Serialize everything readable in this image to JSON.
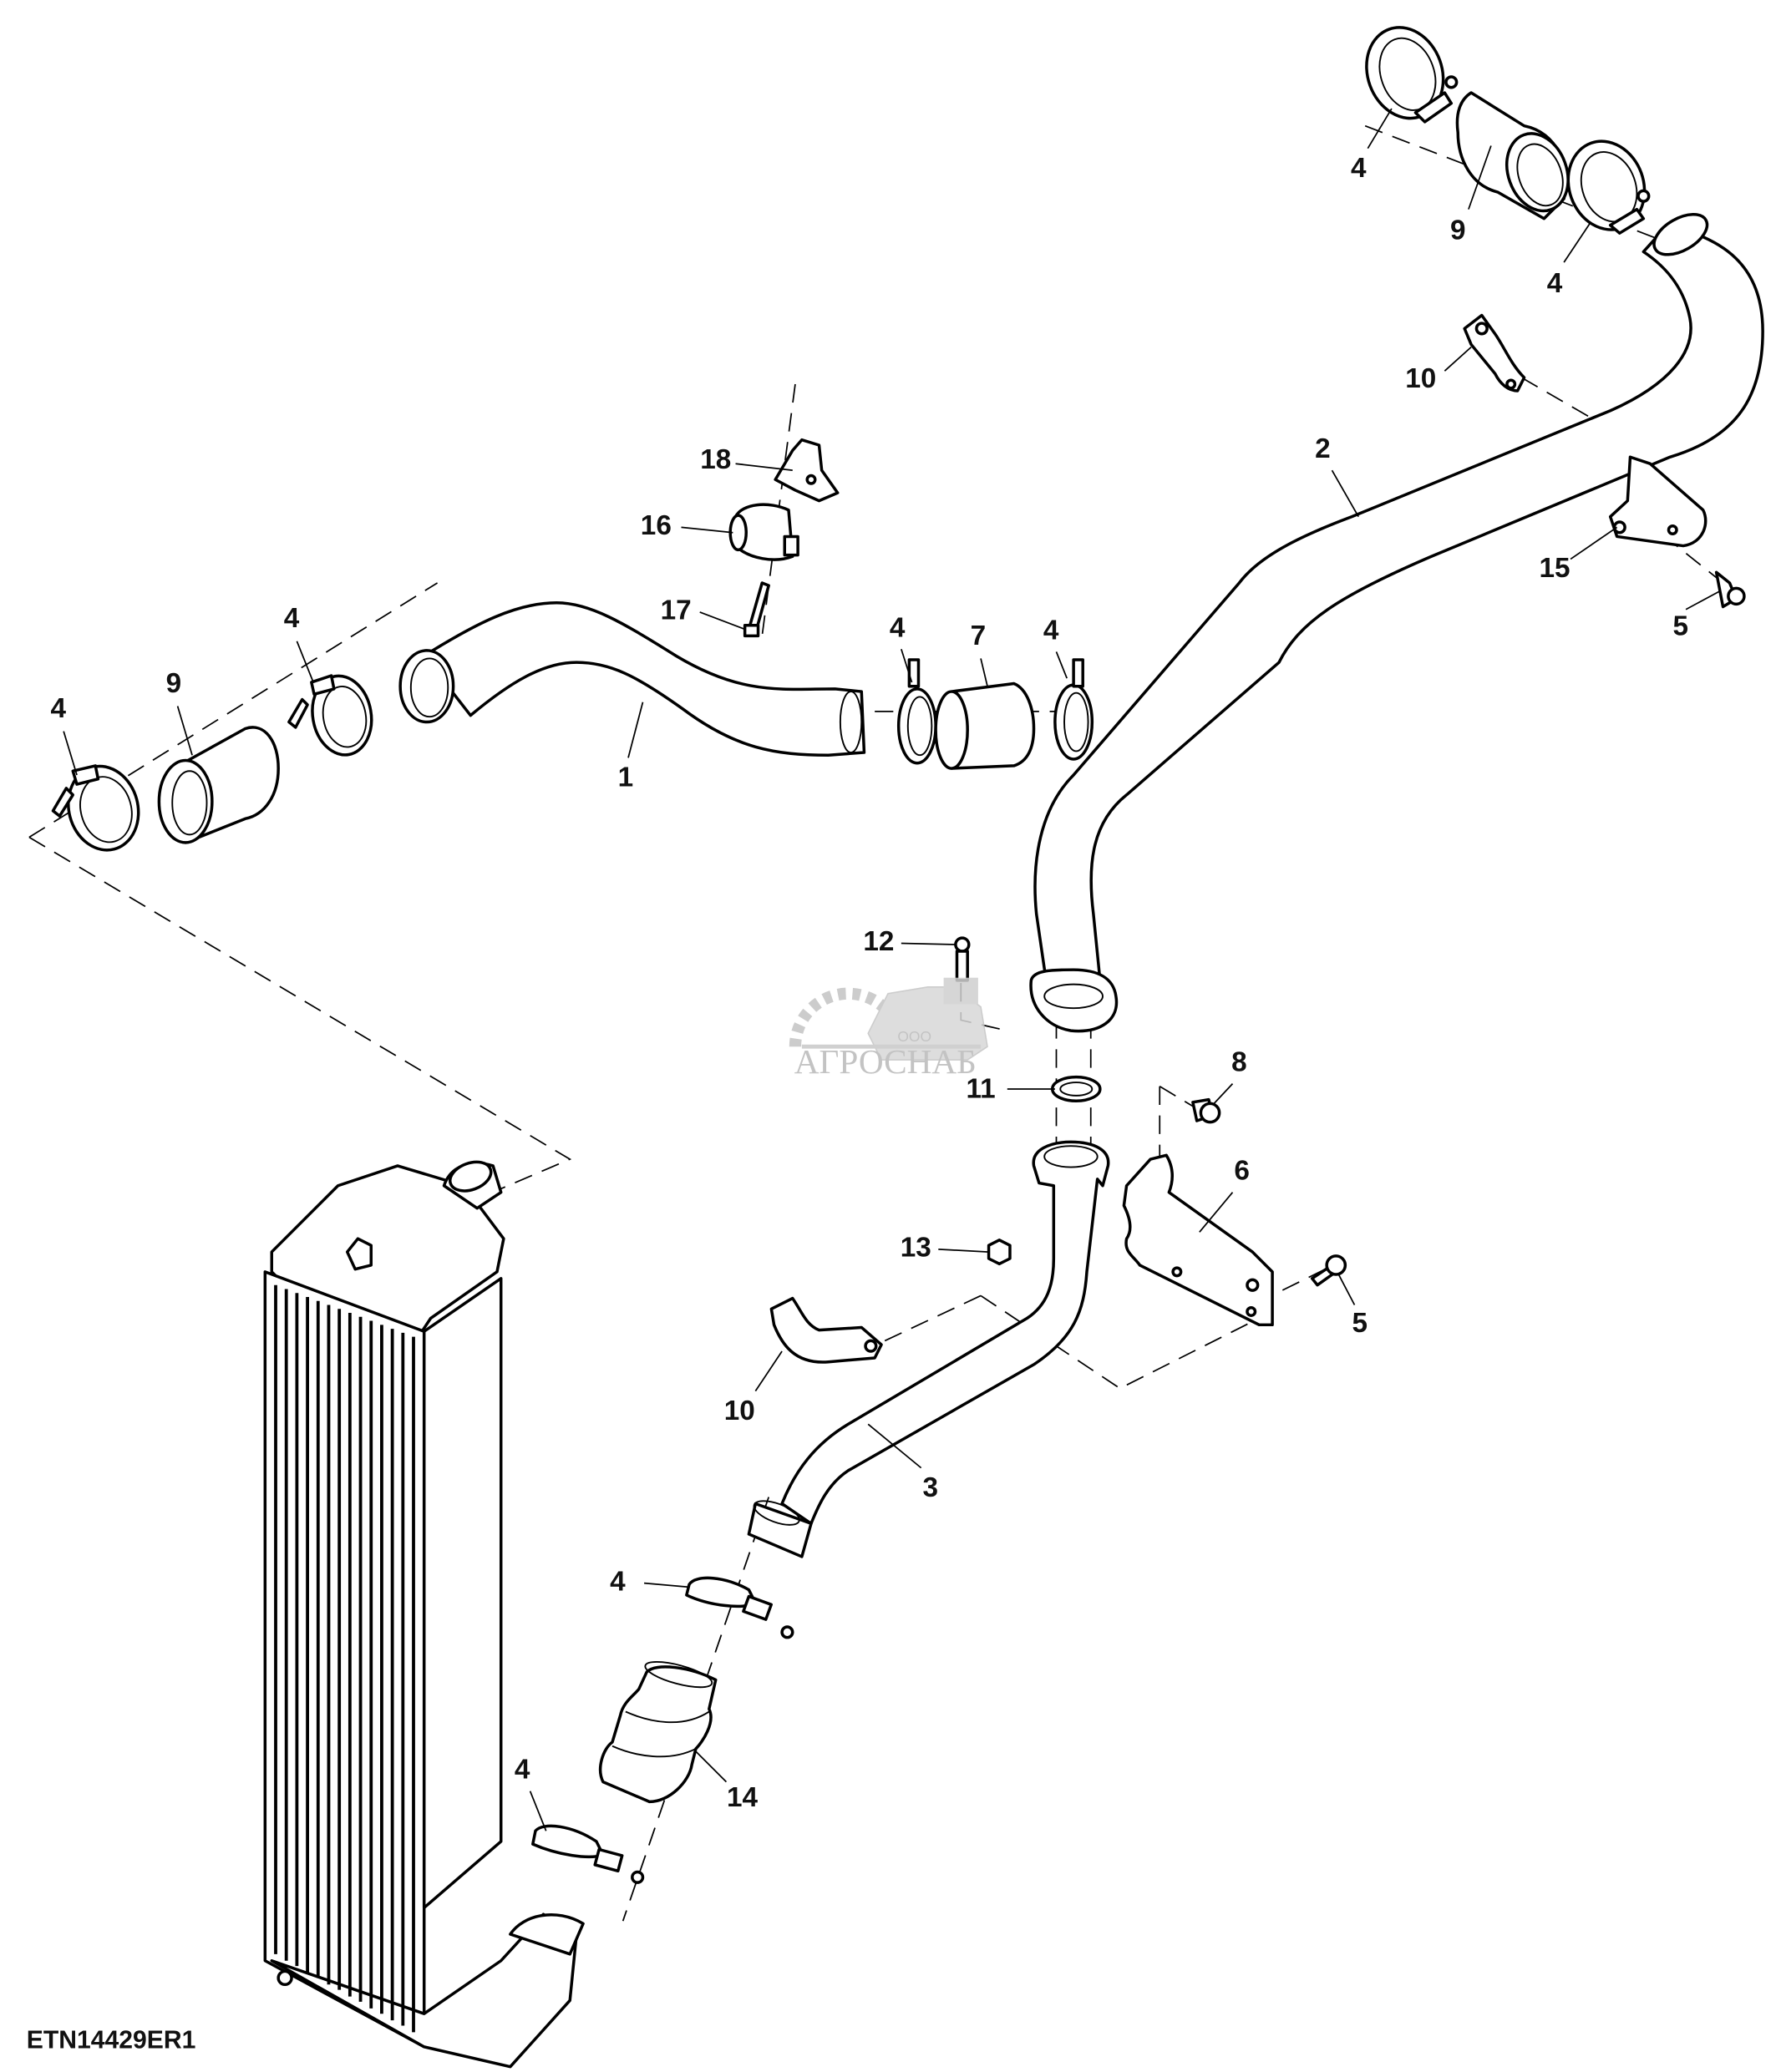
{
  "figure": {
    "id_label": "ETN14429ER1",
    "watermark": {
      "company_prefix": "ООО",
      "company_name": "АГРОСНАБ"
    }
  },
  "callouts": [
    {
      "key": "c4a",
      "label": "4"
    },
    {
      "key": "c9a",
      "label": "9"
    },
    {
      "key": "c4b",
      "label": "4"
    },
    {
      "key": "c10a",
      "label": "10"
    },
    {
      "key": "c2",
      "label": "2"
    },
    {
      "key": "c15",
      "label": "15"
    },
    {
      "key": "c5a",
      "label": "5"
    },
    {
      "key": "c18",
      "label": "18"
    },
    {
      "key": "c16",
      "label": "16"
    },
    {
      "key": "c17",
      "label": "17"
    },
    {
      "key": "c4c",
      "label": "4"
    },
    {
      "key": "c4d",
      "label": "4"
    },
    {
      "key": "c7",
      "label": "7"
    },
    {
      "key": "c4e",
      "label": "4"
    },
    {
      "key": "c4f",
      "label": "4"
    },
    {
      "key": "c9b",
      "label": "9"
    },
    {
      "key": "c1",
      "label": "1"
    },
    {
      "key": "c12",
      "label": "12"
    },
    {
      "key": "c11",
      "label": "11"
    },
    {
      "key": "c8",
      "label": "8"
    },
    {
      "key": "c6",
      "label": "6"
    },
    {
      "key": "c13",
      "label": "13"
    },
    {
      "key": "c5b",
      "label": "5"
    },
    {
      "key": "c10b",
      "label": "10"
    },
    {
      "key": "c3",
      "label": "3"
    },
    {
      "key": "c4g",
      "label": "4"
    },
    {
      "key": "c14",
      "label": "14"
    },
    {
      "key": "c4h",
      "label": "4"
    }
  ]
}
